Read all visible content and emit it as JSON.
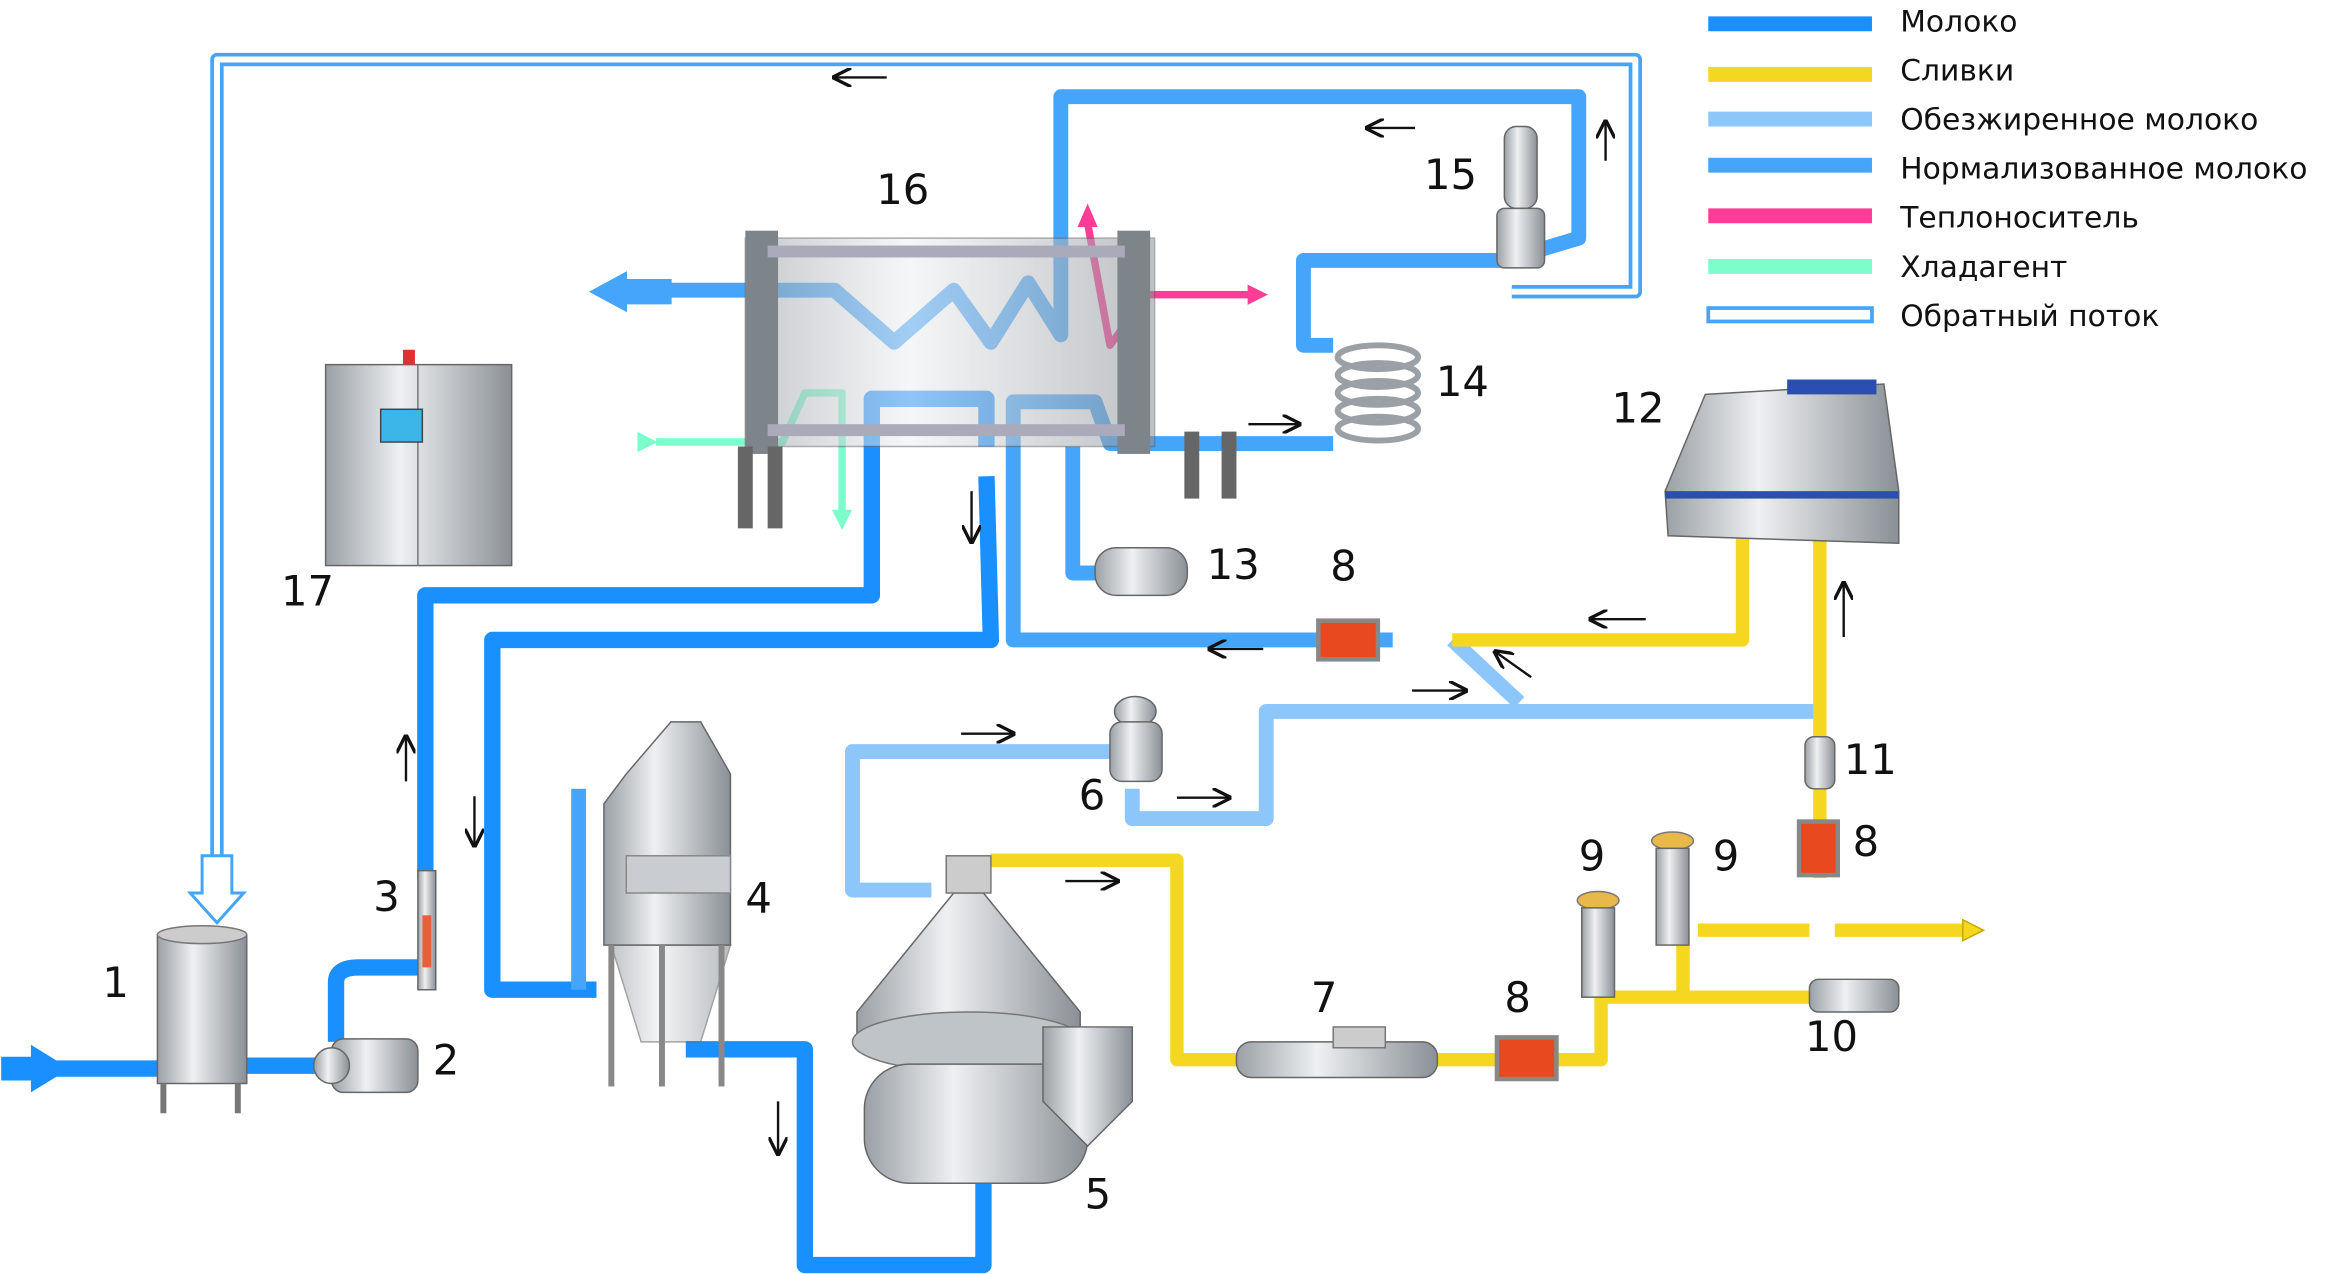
{
  "legend": [
    {
      "label": "Молоко",
      "color": "#1a90ff",
      "style": "solid"
    },
    {
      "label": "Сливки",
      "color": "#f5d620",
      "style": "solid"
    },
    {
      "label": "Обезжиренное молоко",
      "color": "#8cc6fa",
      "style": "solid"
    },
    {
      "label": "Нормализованное молоко",
      "color": "#45a5fa",
      "style": "solid"
    },
    {
      "label": "Теплоноситель",
      "color": "#ff3d96",
      "style": "solid"
    },
    {
      "label": "Хладагент",
      "color": "#7dfccc",
      "style": "solid"
    },
    {
      "label": "Обратный поток",
      "color": "#45a5fa",
      "style": "outline"
    }
  ],
  "equipment_labels": {
    "n1": "1",
    "n2": "2",
    "n3": "3",
    "n4": "4",
    "n5": "5",
    "n6": "6",
    "n7": "7",
    "n8a": "8",
    "n8b": "8",
    "n8c": "8",
    "n9a": "9",
    "n9b": "9",
    "n10": "10",
    "n11": "11",
    "n12": "12",
    "n13": "13",
    "n14": "14",
    "n15": "15",
    "n16": "16",
    "n17": "17"
  }
}
